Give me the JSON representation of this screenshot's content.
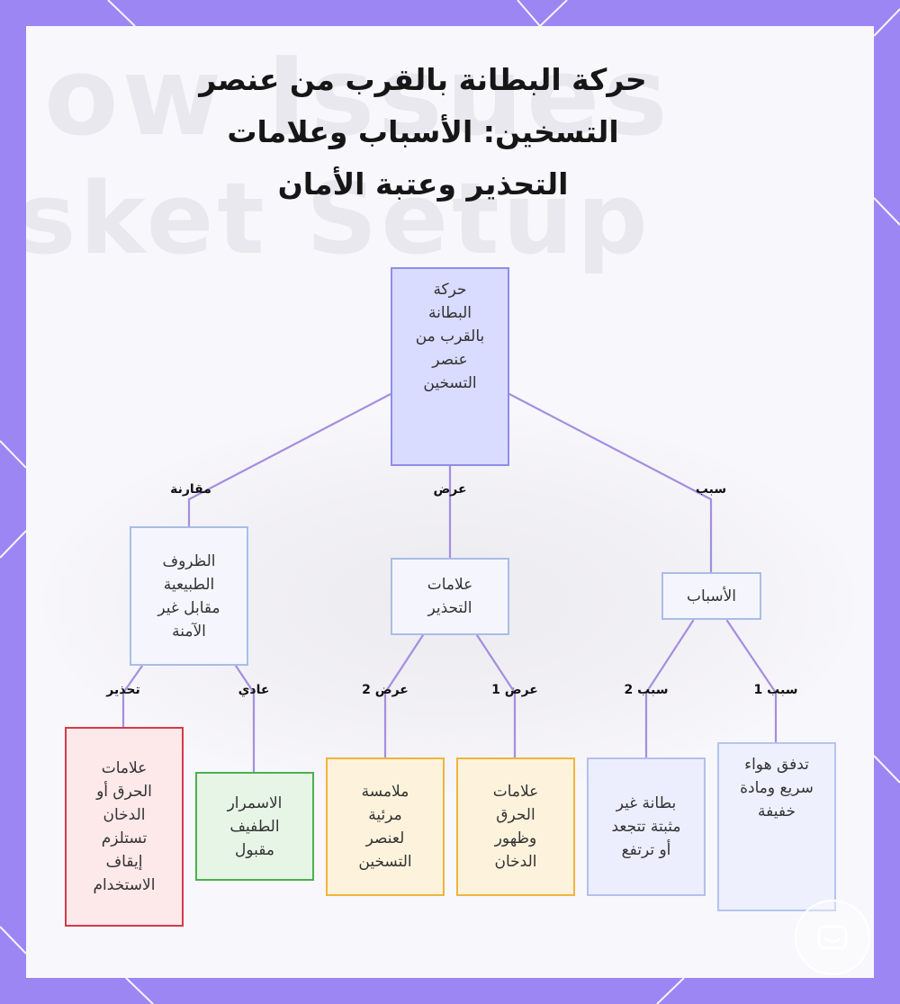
{
  "title": "حركة البطانة بالقرب من عنصر التسخين: الأسباب وعلامات التحذير وعتبة الأمان",
  "watermark": {
    "line1": "ow Issues",
    "line2": "sket Setup"
  },
  "nodes": {
    "root": "حركة البطانة بالقرب من عنصر التسخين",
    "causes": "الأسباب",
    "warnings": "علامات التحذير",
    "conditions": "الظروف الطبيعية مقابل غير الآمنة",
    "cause1": "تدفق هواء سريع ومادة خفيفة",
    "cause2": "بطانة غير مثبتة تتجعد أو ترتفع",
    "symptom1": "علامات الحرق وظهور الدخان",
    "symptom2": "ملامسة مرئية لعنصر التسخين",
    "normal": "الاسمرار الطفيف مقبول",
    "warning": "علامات الحرق أو الدخان تستلزم إيقاف الاستخدام"
  },
  "edge_labels": {
    "cause": "سبب",
    "symptom": "عرض",
    "compare": "مقارنة",
    "cause1": "سبب 1",
    "cause2": "سبب 2",
    "symptom1": "عرض 1",
    "symptom2": "عرض 2",
    "normal": "عادي",
    "warning": "تحذير"
  },
  "colors": {
    "frame": "#9b86f3",
    "edge": "#a48ee0",
    "root_fill": "#d9dbff",
    "warning_border": "#d23c4a",
    "normal_border": "#4caf50",
    "symptom_border": "#f0b43c"
  },
  "icons": [
    "badge-icon"
  ]
}
